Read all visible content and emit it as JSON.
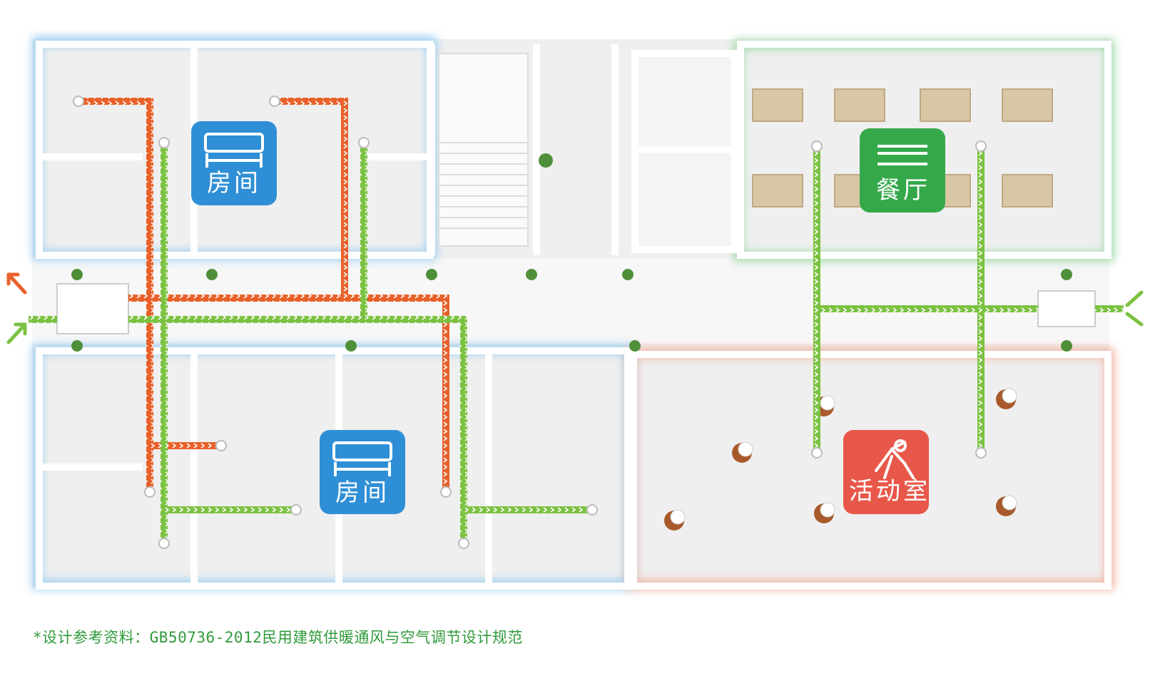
{
  "zones": {
    "room_top": {
      "label": "房间",
      "icon": "bed-icon",
      "color": "#2f8fd6"
    },
    "room_bottom": {
      "label": "房间",
      "icon": "bed-icon",
      "color": "#2f8fd6"
    },
    "dining": {
      "label": "餐厅",
      "icon": "fork-knife-icon",
      "color": "#35a94a"
    },
    "activity": {
      "label": "活动室",
      "icon": "stretching-person-icon",
      "color": "#e8584a"
    }
  },
  "legend_colors": {
    "exhaust_duct": "#e8612a",
    "fresh_air_duct": "#7cc242",
    "bedroom_zone": "#9fd0f0",
    "dining_zone": "#a6dcae",
    "activity_zone": "#f2b6a4"
  },
  "footnote": "*设计参考资料：GB50736-2012民用建筑供暖通风与空气调节设计规范"
}
